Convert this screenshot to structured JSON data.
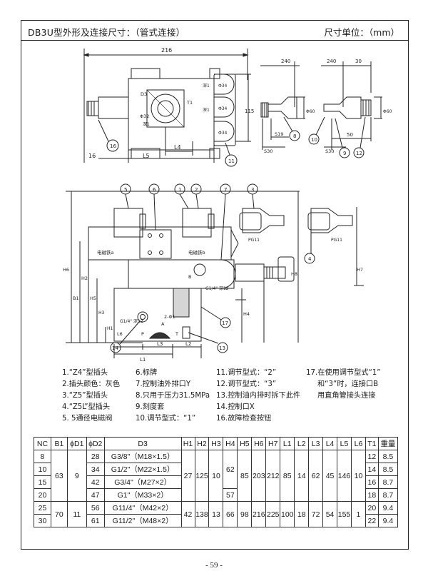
{
  "header": {
    "title": "DB3U型外形及连接尺寸：（管式连接）",
    "units": "尺寸单位：（mm）"
  },
  "drawing_top": {
    "dim_width": "216",
    "dim_height": "115",
    "dim_l4": "L4",
    "dim_l5": "L5",
    "dim_16": "16",
    "port_d3": "D3",
    "port_t1": "T1",
    "port_phi34_a": "Φ34",
    "port_phi34_b": "Φ34",
    "port_phi34_c": "Φ34",
    "port_phi32": "Φ32",
    "port_depth_a": "深1",
    "port_depth_b": "深1",
    "port_depth_c": "深1",
    "callout_16": "16",
    "callout_11": "11"
  },
  "drawing_side": {
    "dim_240_a": "240",
    "dim_240_b": "240",
    "dim_30": "30",
    "dim_50": "50",
    "dim_s19": "S19",
    "dim_s30_a": "S30",
    "dim_s30_b": "S30",
    "dim_phi60_a": "Φ60",
    "dim_phi60_b": "Φ60",
    "callout_8": "8",
    "callout_10": "10",
    "callout_9": "9",
    "callout_12": "12"
  },
  "drawing_front": {
    "callout_5": "5",
    "callout_6": "6",
    "callout_1": "1",
    "callout_2": "2",
    "callout_7": "7",
    "callout_3": "3",
    "callout_4": "4",
    "callout_14": "14",
    "callout_13": "13",
    "callout_17": "17",
    "coil_a": "电磁铁a",
    "coil_b": "电磁铁b",
    "pg11_a": "PG11",
    "pg11_b": "PG11",
    "dim_l1": "L1",
    "dim_l2": "L2",
    "dim_l3": "L3",
    "dim_l6": "L6",
    "dim_b1": "B1",
    "dim_h1": "H1",
    "dim_h2": "H2",
    "dim_h3": "H3",
    "dim_h4": "H4",
    "dim_h5": "H5",
    "dim_h6": "H6",
    "dim_h7": "H7",
    "dim_h8": "H8",
    "port_x": "G1/4\" 深12",
    "port_y": "G1/4\" 深12",
    "hole_2phi1": "2-Φ1",
    "label_a": "A",
    "label_b": "B",
    "label_p": "P",
    "label_t": "T"
  },
  "legend": [
    "1.“Z4”型插头",
    "6.标牌",
    "11.调节型式：“2”",
    "17.在使用调节型式“1”",
    "2.插头颜色：灰色",
    "7.控制油外排口Y",
    "12.调节型式：“3”",
    "和“3”时，连接口B",
    "3.“Z5”型插头",
    "8.只用于压力31.5MPa",
    "13.控制油内排时拆下此件",
    "用直角管接头连接",
    "4.“Z5L”型插头",
    "9.刻度套",
    "14.控制口X",
    "5. 5通径电磁阀",
    "10.调节型式：“1”",
    "16.故障检查按钮"
  ],
  "table": {
    "headers": [
      "NC",
      "B1",
      "ϕD1",
      "ϕD2",
      "D3",
      "H1",
      "H2",
      "H3",
      "H4",
      "H5",
      "H6",
      "H7",
      "L1",
      "L2",
      "L3",
      "L4",
      "L5",
      "L6",
      "T1",
      "重量"
    ],
    "nc": [
      "8",
      "10",
      "15",
      "20",
      "25",
      "30"
    ],
    "b1": [
      "63",
      "70"
    ],
    "d1": [
      "9",
      "11"
    ],
    "d2": [
      "28",
      "34",
      "42",
      "47",
      "56",
      "61"
    ],
    "d3": [
      "G3/8\"（M18×1.5）",
      "G1/2\"（M22×1.5）",
      "G3/4\"（M27×2）",
      "G1\"（M33×2）",
      "G11/4\"（M42×2）",
      "G11/2\"（M48×2）"
    ],
    "h1": [
      "27",
      "42"
    ],
    "h2": [
      "125",
      "138"
    ],
    "h3": [
      "10",
      "13"
    ],
    "h4": [
      "62",
      "57",
      "66"
    ],
    "h5": [
      "85",
      "98"
    ],
    "h6": [
      "203",
      "216"
    ],
    "h7": [
      "212",
      "225"
    ],
    "l1": [
      "85",
      "100"
    ],
    "l2": [
      "14",
      "18"
    ],
    "l3": [
      "62",
      "72"
    ],
    "l4": [
      "45",
      "54"
    ],
    "l5": [
      "146",
      "155"
    ],
    "l6": [
      "10",
      "1"
    ],
    "t1": [
      "12",
      "14",
      "16",
      "18",
      "20",
      "22"
    ],
    "weight": [
      "8.5",
      "8.5",
      "8.7",
      "8.7",
      "9.4",
      "9.4"
    ]
  },
  "page_number": "- 59 -"
}
